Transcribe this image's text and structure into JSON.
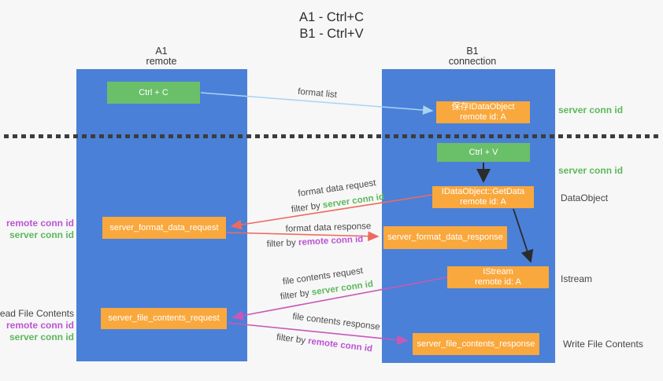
{
  "title": {
    "line1": "A1 - Ctrl+C",
    "line2": "B1 - Ctrl+V"
  },
  "columns": {
    "a1": {
      "name": "A1",
      "subtitle": "remote"
    },
    "b1": {
      "name": "B1",
      "subtitle": "connection"
    }
  },
  "nodes": {
    "ctrl_c": {
      "label": "Ctrl + C"
    },
    "ctrl_v": {
      "label": "Ctrl + V"
    },
    "save_idataobject": {
      "line1": "保存IDataObject",
      "line2": "remote id: A"
    },
    "idataobject_getdata": {
      "line1": "IDataObject::GetData",
      "line2": "remote id: A"
    },
    "istream": {
      "line1": "IStream",
      "line2": "remote id: A"
    },
    "server_format_data_request": {
      "label": "server_format_data_request"
    },
    "server_format_data_response": {
      "label": "server_format_data_response"
    },
    "server_file_contents_request": {
      "label": "server_file_contents_request"
    },
    "server_file_contents_response": {
      "label": "server_file_contents_response"
    }
  },
  "edge_labels": {
    "format_list": "format list",
    "format_data_request": "format data request",
    "format_data_response": "format data response",
    "file_contents_request": "file contents request",
    "file_contents_response": "file contents response",
    "filter_by": "filter by",
    "server_conn_id": "server conn id",
    "remote_conn_id": "remote conn id"
  },
  "side_labels": {
    "read_file_contents": "Read File Contents",
    "write_file_contents": "Write File Contents",
    "dataobject": "DataObject",
    "istream": "Istream"
  },
  "colors": {
    "column_blue": "#4a80d8",
    "box_green": "#6abf69",
    "box_orange": "#f9a83d",
    "text_green": "#5cb85c",
    "text_purple": "#ba55d3",
    "arrow_blue": "#a9d4f2",
    "arrow_red": "#ee6a5f",
    "arrow_magenta": "#c858b8",
    "arrow_black": "#2b2b2b",
    "background": "#f7f7f7"
  }
}
